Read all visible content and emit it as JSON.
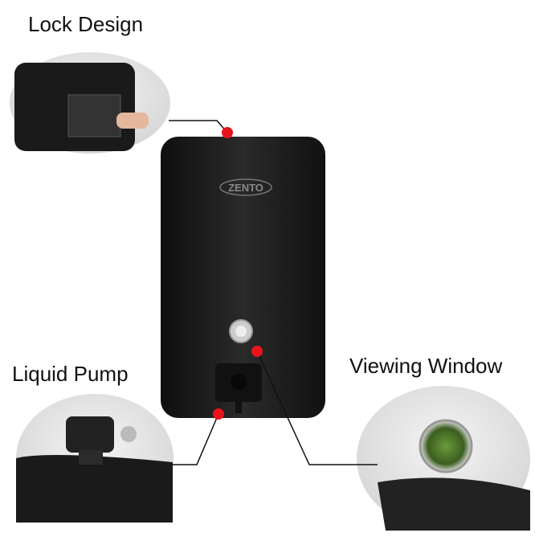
{
  "labels": {
    "lock_design": "Lock Design",
    "liquid_pump": "Liquid Pump",
    "viewing_window": "Viewing Window"
  },
  "product": {
    "brand_logo": "ZENTO"
  },
  "colors": {
    "marker": "#e8141b",
    "body": "#1c1c1c"
  }
}
